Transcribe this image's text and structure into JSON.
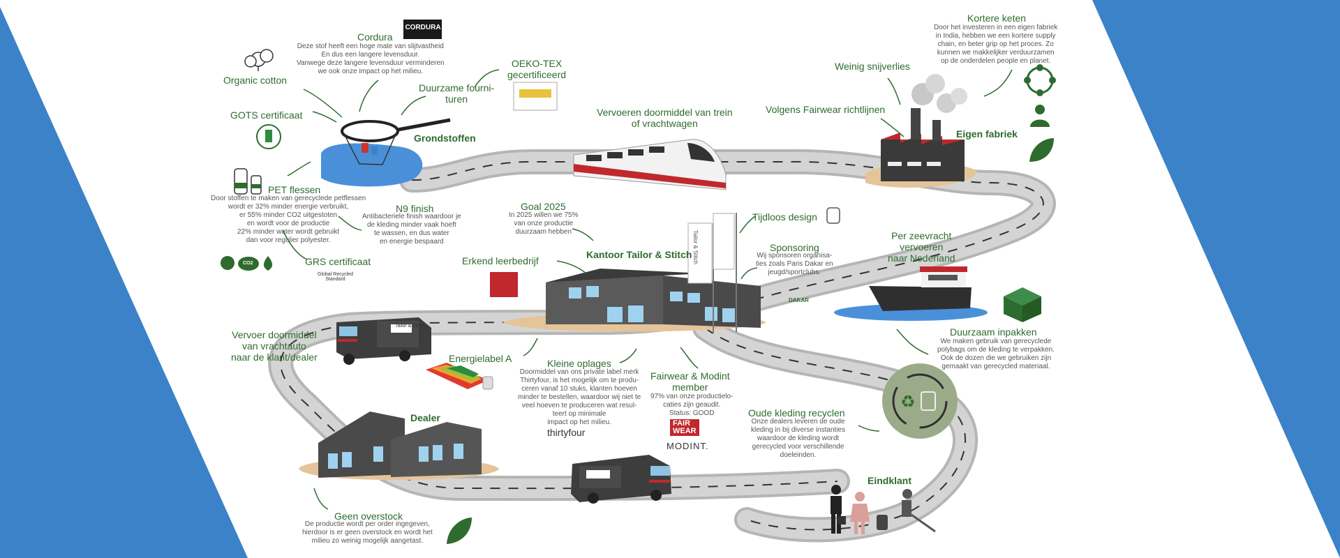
{
  "colors": {
    "background_blue": "#3b82c8",
    "road": "#c9c9c9",
    "road_dash": "#333333",
    "heading_green": "#2e6b2e",
    "water": "#4a90d9",
    "sand": "#e5c49a"
  },
  "labels": {
    "cordura": {
      "title": "Cordura",
      "logo": "CORDURA",
      "desc": "Deze stof heeft een hoge mate van slijtvastheid\nEn dus een langere levensduur.\nVanwege deze langere levensduur verminderen\nwe ook onze impact op het milieu."
    },
    "organic_cotton": "Organic cotton",
    "gots": "GOTS certificaat",
    "duurzame": "Duurzame fourni-\nturen",
    "oeko": "OEKO-TEX\ngecertificeerd",
    "grondstoffen": "Grondstoffen",
    "pet": {
      "title": "PET flessen",
      "desc": "Door stoffen te maken van gerecyclede petflessen\nwordt er 32% minder energie verbruikt,\ner 55% minder CO2 uitgestoten\nen wordt voor de productie\n22% minder water wordt gebruikt\ndan voor regulier polyester."
    },
    "n9": {
      "title": "N9 finish",
      "desc": "Antibacteriele finish waardoor je\nde kleding minder vaak hoeft\nte wassen, en dus water\nen energie bespaard"
    },
    "grs": {
      "title": "GRS certificaat",
      "logo": "Global Recycled\nStandard"
    },
    "co2_icon": "CO2",
    "trein": "Vervoeren doormiddel van trein\nof vrachtwagen",
    "goal": {
      "title": "Goal 2025",
      "desc": "In 2025 willen we 75%\nvan onze productie\nduurzaam hebben"
    },
    "kantoor": "Kantoor Tailor & Stitch",
    "leerbedrijf": "Erkend leerbedrijf",
    "tijdloos": "Tijdloos design",
    "sponsoring": {
      "title": "Sponsoring",
      "desc": "Wij sponsoren organisa-\nties zoals Paris Dakar en\njeugd/sportclubs."
    },
    "dakar_logo": "DAKAR",
    "flag_text": "Tailor & Stitch",
    "kortere": {
      "title": "Kortere keten",
      "desc": "Door het investeren in een eigen fabriek\nin India, hebben we een kortere supply\nchain, en beter grip op het proces. Zo\nkunnen we makkelijker verduurzamen\nop de onderdelen people en planet."
    },
    "snijverlies": "Weinig snijverlies",
    "fairwear_rl": "Volgens Fairwear richtlijnen",
    "eigen_fabriek": "Eigen fabriek",
    "zeevracht": "Per zeevracht\nvervoeren\nnaar Nederland",
    "inpakken": {
      "title": "Duurzaam inpakken",
      "desc": "We maken gebruik van gerecyclede\npolybags om de kleding te verpakken.\nOok de dozen die we gebruiken zijn\ngemaakt van gerecycled materiaal."
    },
    "vrachtauto": "Vervoer doormiddel\nvan vrachtauto\nnaar de klant/dealer",
    "energielabel": "Energielabel A",
    "oplages": {
      "title": "Kleine oplages",
      "desc": "Doormiddel van ons private label merk\nThirtyfour, is het mogelijk om te produ-\nceren vanaf 10 stuks, klanten hoeven\nminder te bestellen, waardoor wij niet te\nveel hoeven te produceren wat resul-\nteert op minimale\nimpact op het milieu."
    },
    "thirtyfour": "thirtyfour",
    "fairwear_member": {
      "title": "Fairwear & Modint\nmember",
      "desc": "97% van onze productielo-\ncaties zijn geaudit.\nStatus: GOOD"
    },
    "fairwear_logo": "FAIR\nWEAR",
    "modint_logo": "MODINT.",
    "recyclen": {
      "title": "Oude kleding recyclen",
      "desc": "Onze dealers leveren de oude\nkleding in bij diverse instanties\nwaardoor de kleding wordt\ngerecycled voor verschillende\ndoeleinden."
    },
    "dealer": "Dealer",
    "eindklant": "Eindklant",
    "overstock": {
      "title": "Geen overstock",
      "desc": "De productie wordt per order ingegeven,\nhierdoor is er geen overstock en wordt het\nmilieu zo weinig mogelijk aangetast."
    },
    "truck_side": "Tailor & Stitch"
  },
  "icons": [
    "cotton-icon",
    "gots-icon",
    "bottle-icon",
    "bolt-icon",
    "cloud-co2-icon",
    "drop-icon",
    "jacket-icon",
    "network-icon",
    "person-icon",
    "leaf-icon",
    "box-icon",
    "recycle-icon",
    "energy-label-icon",
    "factory-icon",
    "office-icon",
    "dealer-building-icon",
    "train-icon",
    "ship-icon",
    "truck-icon",
    "customers-icon",
    "net-icon"
  ]
}
